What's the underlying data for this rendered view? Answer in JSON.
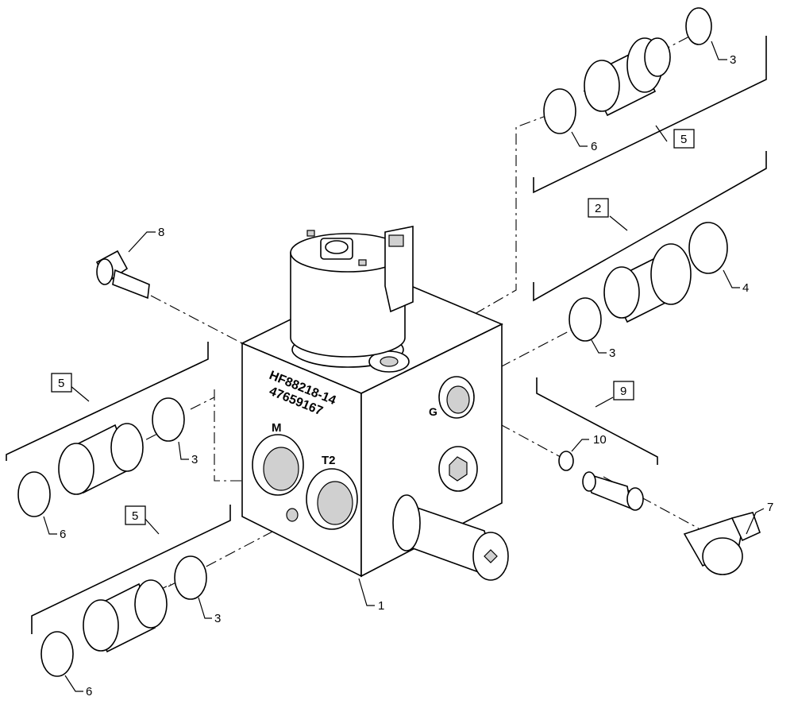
{
  "block_markings": {
    "part_code": "HF88218-14",
    "part_number": "47659167",
    "port_m": "M",
    "port_t2": "T2",
    "port_g": "G"
  },
  "callouts": {
    "c1": "1",
    "c2": "2",
    "c3a": "3",
    "c3b": "3",
    "c3c": "3",
    "c3d": "3",
    "c4": "4",
    "c5a": "5",
    "c5b": "5",
    "c5c": "5",
    "c6a": "6",
    "c6b": "6",
    "c6c": "6",
    "c7": "7",
    "c8": "8",
    "c9": "9",
    "c10": "10"
  }
}
